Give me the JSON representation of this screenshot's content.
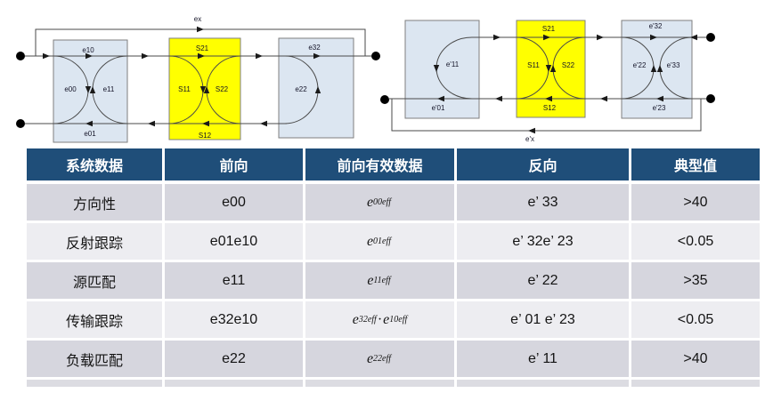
{
  "colors": {
    "header_bg": "#1F4E79",
    "row_dark": "#D6D6DE",
    "row_light": "#EDEDF1",
    "row_partial": "#DCDCE2",
    "box_blue": "#DCE6F1",
    "box_yellow": "#FFFF00"
  },
  "dg": {
    "ex": "ex",
    "e10": "e10",
    "e00": "e00",
    "e11": "e11",
    "e01": "e01",
    "s21": "S21",
    "s11": "S11",
    "s22": "S22",
    "s12": "S12",
    "e32": "e32",
    "e22": "e22",
    "ep11": "e'11",
    "ep01": "e'01",
    "ep32": "e'32",
    "ep22": "e'22",
    "ep33": "e'33",
    "ep23": "e'23",
    "epx": "e'x"
  },
  "table": {
    "headers": [
      "系统数据",
      "前向",
      "前向有效数据",
      "反向",
      "典型值"
    ],
    "rows": [
      {
        "name": "方向性",
        "forward": "e00",
        "eff": {
          "base": "e",
          "sub": "00eff"
        },
        "reverse": "e’ 33",
        "typical": ">40"
      },
      {
        "name": "反射跟踪",
        "forward": "e01e10",
        "eff": {
          "base": "e",
          "sub": "01eff"
        },
        "reverse": "e’ 32e’ 23",
        "typical": "<0.05"
      },
      {
        "name": "源匹配",
        "forward": "e11",
        "eff": {
          "base": "e",
          "sub": "11eff"
        },
        "reverse": "e’ 22",
        "typical": ">35"
      },
      {
        "name": "传输跟踪",
        "forward": "e32e10",
        "eff": {
          "base": "e",
          "sub": "32eff",
          "dot": " · ",
          "base2": "e",
          "sub2": "10eff"
        },
        "reverse": "e’ 01 e’ 23",
        "typical": "<0.05"
      },
      {
        "name": "负载匹配",
        "forward": "e22",
        "eff": {
          "base": "e",
          "sub": "22eff"
        },
        "reverse": "e’ 11",
        "typical": ">40"
      }
    ]
  }
}
